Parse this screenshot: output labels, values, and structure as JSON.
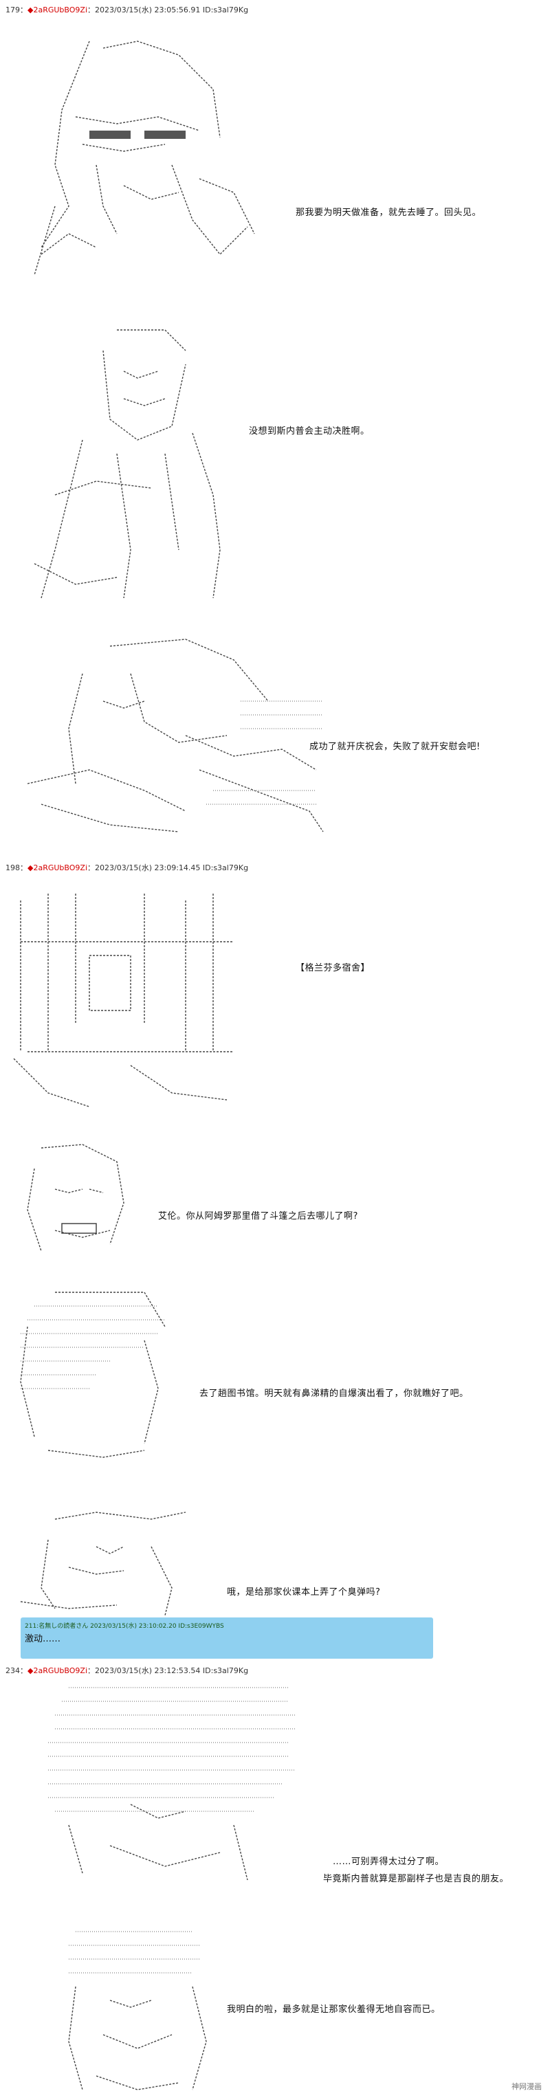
{
  "posts": [
    {
      "number": "179",
      "trip": "◆2aRGUbBO9Zi",
      "datetime": "2023/03/15(水) 23:05:56.91",
      "id": "ID:s3al79Kg"
    },
    {
      "number": "198",
      "trip": "◆2aRGUbBO9Zi",
      "datetime": "2023/03/15(水) 23:09:14.45",
      "id": "ID:s3al79Kg"
    },
    {
      "number": "234",
      "trip": "◆2aRGUbBO9Zi",
      "datetime": "2023/03/15(水) 23:12:53.54",
      "id": "ID:s3al79Kg"
    }
  ],
  "dialogs": {
    "d1": "那我要为明天做准备，就先去睡了。回头见。",
    "d2": "没想到斯内普会主动决胜啊。",
    "d3": "成功了就开庆祝会，失败了就开安慰会吧!",
    "d4": "【格兰芬多宿舍】",
    "d5": "艾伦。你从阿姆罗那里借了斗篷之后去哪儿了啊?",
    "d6": "去了趟图书馆。明天就有鼻涕精的自爆演出看了，你就瞧好了吧。",
    "d7": "哦，是给那家伙课本上弄了个臭弹吗?",
    "d8a": "……可别弄得太过分了啊。",
    "d8b": "毕竟斯内普就算是那副样子也是吉良的朋友。",
    "d9": "我明白的啦，最多就是让那家伙羞得无地自容而已。"
  },
  "reply": {
    "header": "211:名無しの読者さん 2023/03/15(水) 23:10:02.20 ID:s3E09WYBS",
    "text": "激动……"
  },
  "watermark": "神网漫画"
}
